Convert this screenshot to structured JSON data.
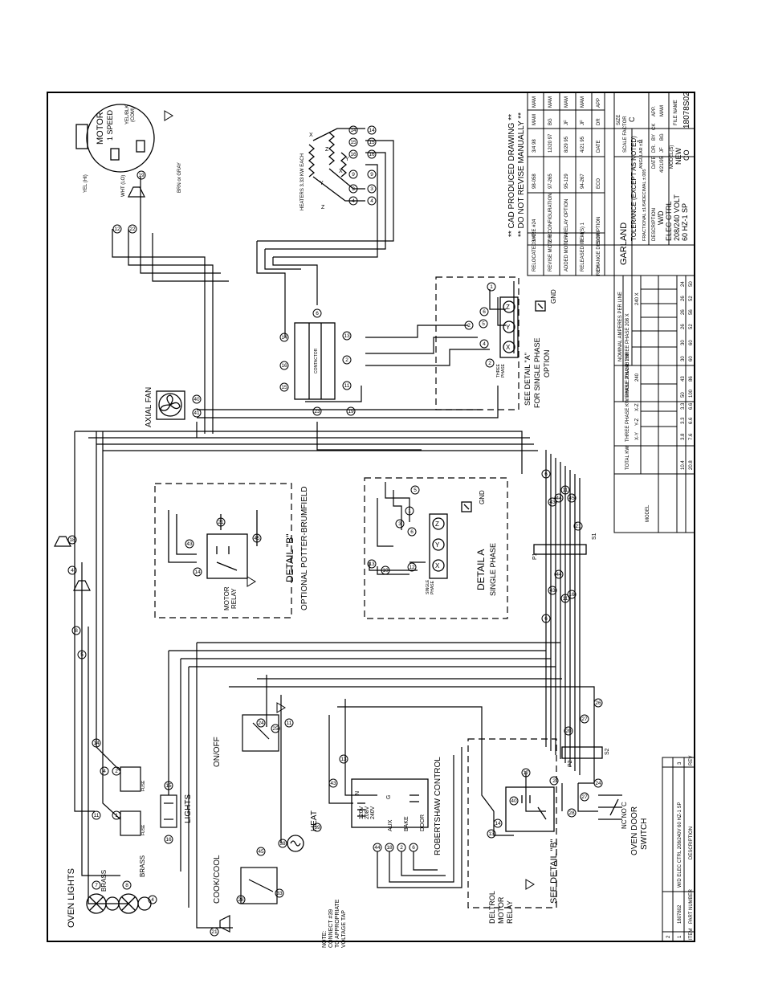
{
  "labels": {
    "oven_lights": "OVEN LIGHTS",
    "brass": "BRASS",
    "fuse": "FUSE",
    "lights": "LIGHTS",
    "on_off": "ON/OFF",
    "cook_cool": "COOK/COOL",
    "heat": "HEAT",
    "note": [
      "NOTE:",
      "CONNECT #39",
      "TO APPROPRIATE",
      "VOLTAGE TAP"
    ],
    "robertshaw": "ROBERTSHAW CONTROL",
    "n": "N",
    "v120": "120V",
    "v208": "208V",
    "v240": "240V",
    "aux": "AUX",
    "bake": "BAKE",
    "door": "DOOR",
    "g": "G",
    "deltrol": [
      "DELTROL",
      "MOTOR",
      "RELAY"
    ],
    "see_detail_b": "SEE DETAIL \"B\"",
    "oven_door_switch": [
      "OVEN DOOR",
      "SWITCH"
    ],
    "nc_no_c": "NC NO C",
    "p2": "P2",
    "s2": "S2",
    "p1": "P1",
    "s1": "S1",
    "motor_relay": [
      "MOTOR",
      "RELAY"
    ],
    "detail_b": "DETAIL \"B\"",
    "optional_potter": "OPTIONAL POTTER-BRUMFIELD",
    "detail_a": "DETAIL A",
    "single_phase": "SINGLE PHASE",
    "single_phase_small": [
      "SINGLE",
      "PHASE"
    ],
    "gnd": "GND",
    "axial_fan": "AXIAL FAN",
    "contactor": "CONTACTOR",
    "see_detail_a": [
      "SEE DETAIL \"A\"",
      "FOR SINGLE PHASE",
      "OPTION"
    ],
    "three_phase_small": [
      "THREE",
      "PHASE"
    ],
    "heaters": "HEATERS 3.33 KW EACH",
    "motor": [
      "MOTOR",
      "1 SPEED"
    ],
    "yel_hi": "YEL (HI)",
    "wht_lo": "WHT (LO)",
    "yel_blk": [
      "YEL/BLK",
      "(COM)"
    ],
    "brn_gray": "BRN or GRAY",
    "cad_note": [
      "** CAD PRODUCED DRAWING **",
      "** DO NOT REVISE MANUALLY **"
    ],
    "x": "X",
    "y": "Y",
    "z": "Z"
  },
  "revisions": [
    {
      "sym": "3",
      "rev": "C",
      "desc": "RELOCATED WIRE #24",
      "eco": "98-058",
      "date": "3/4 98",
      "dr": "MAM",
      "app": "MAM"
    },
    {
      "sym": "2",
      "rev": "B",
      "desc": "REVISE MOTOR CONFIGURATION",
      "eco": "97-265",
      "date": "12/20 97",
      "dr": "BG",
      "app": "MAM"
    },
    {
      "sym": "1",
      "rev": "A",
      "desc": "ADDED MOTOR RELAY OPTION",
      "eco": "95-129",
      "date": "8/29 95",
      "dr": "JF",
      "app": "MAM"
    },
    {
      "sym": "0",
      "rev": "-",
      "desc": "RELEASED ITEM(S) 1",
      "eco": "94-267",
      "date": "4/21 95",
      "dr": "JF",
      "app": "MAM"
    }
  ],
  "rev_header": {
    "sym": "SYM",
    "rev": "REV",
    "desc": "CHANGE DESCRIPTION",
    "eco": "ECO",
    "date": "DATE",
    "dr": "DR",
    "app": "APP"
  },
  "title_block": {
    "company": "GARLAND",
    "tolerance": "TOLERANCE (EXCEPT AS NOTED)",
    "fractional": "FRACTIONAL ±1/64",
    "decimal": "DECIMAL ±.005",
    "angular": "ANGULAR ±1°",
    "description_label": "DESCRIPTION",
    "description": [
      "W/D",
      "ELEC CTRL",
      "208/240 VOLT",
      "60 HZ-1 SP"
    ],
    "date_label": "DATE",
    "date": "4/21/95",
    "dr_label": "DR.",
    "dr": "JF",
    "by_label": "BY",
    "by": "BG",
    "ck_label": "CK",
    "ck": "",
    "app_label": "APP.",
    "app": "MAM",
    "models_label": "MODEL(S)",
    "models": [
      "NEW",
      "CO"
    ],
    "scale_label": "SCALE FACTOR",
    "scale": "1",
    "size_label": "SIZE",
    "size": "C",
    "file_label": "FILE NAME",
    "file": "18078S02"
  },
  "amps_table": {
    "title": "NOMINAL AMPERES PER LINE",
    "headers": [
      "MODEL",
      "TOTAL KW",
      "THREE PHASE KW/PHASE 208/240",
      "",
      "",
      "SINGLE PHASE 208",
      "240",
      "THREE PHASE 208 X",
      "Y",
      "Z",
      "240 X",
      "Y",
      "Z"
    ],
    "sub": [
      "",
      "",
      "X-Y",
      "Y-Z",
      "X-Z",
      "",
      "",
      "",
      "",
      "",
      "",
      "",
      ""
    ],
    "rows": [
      [
        "",
        "10.4",
        "3.8",
        "3.3",
        "3.3",
        "50",
        "43",
        "30",
        "30",
        "26",
        "26",
        "26",
        "24"
      ],
      [
        "",
        "20.8",
        "7.6",
        "6.6",
        "6.6",
        "100",
        "86",
        "60",
        "60",
        "52",
        "56",
        "52",
        "50"
      ]
    ]
  },
  "parts_list": {
    "header": [
      "ITEM",
      "PART NUMBER",
      "DESCRIPTION",
      "REV"
    ],
    "rows": [
      [
        "1",
        "1807802",
        "W/D ELEC CTRL 208/240V 60 HZ-1 SP",
        "3"
      ],
      [
        "2",
        "",
        "",
        ""
      ]
    ]
  },
  "wire_numbers": {
    "w7": "7",
    "w8": "8",
    "w4": "4",
    "w21": "21",
    "w28": "28",
    "w38": "38",
    "w33": "33",
    "w1": "1",
    "w41": "41",
    "w9": "9",
    "w14": "14",
    "w2": "2",
    "w15": "15",
    "w18": "18",
    "w25": "25",
    "w30": "30",
    "w35": "35",
    "w13": "13",
    "w43": "43",
    "w44": "44",
    "w45": "45",
    "w6": "6",
    "w26": "26",
    "w24": "24",
    "w23": "23",
    "w22": "22",
    "w16": "16",
    "w12": "12",
    "w20": "20",
    "w10": "10",
    "w40": "40",
    "w3": "3",
    "w5": "5",
    "w11": "11",
    "w19": "19",
    "w39": "39",
    "w17": "17",
    "w27": "27"
  }
}
